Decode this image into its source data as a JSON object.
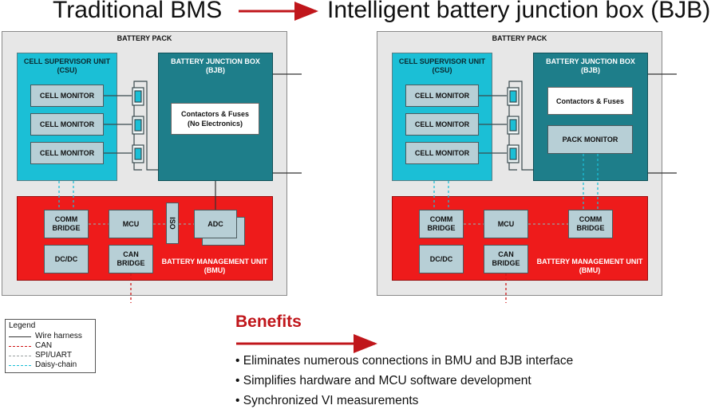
{
  "header": {
    "left_title": "Traditional BMS",
    "right_title": "Intelligent battery junction box (BJB)"
  },
  "left": {
    "pack_label": "BATTERY PACK",
    "csu_title_line1": "CELL SUPERVISOR UNIT",
    "csu_title_line2": "(CSU)",
    "cell_monitors": [
      "CELL MONITOR",
      "CELL MONITOR",
      "CELL MONITOR"
    ],
    "bjb_title_line1": "BATTERY JUNCTION BOX",
    "bjb_title_line2": "(BJB)",
    "contactors_line1": "Contactors & Fuses",
    "contactors_line2": "(No Electronics)",
    "comm_bridge_line1": "COMM",
    "comm_bridge_line2": "BRIDGE",
    "mcu": "MCU",
    "iso": "ISO",
    "adc": "ADC",
    "dcdc": "DC/DC",
    "can_bridge_line1": "CAN",
    "can_bridge_line2": "BRIDGE",
    "bmu_line1": "BATTERY MANAGEMENT UNIT",
    "bmu_line2": "(BMU)"
  },
  "right": {
    "pack_label": "BATTERY PACK",
    "csu_title_line1": "CELL SUPERVISOR UNIT",
    "csu_title_line2": "(CSU)",
    "cell_monitors": [
      "CELL MONITOR",
      "CELL MONITOR",
      "CELL MONITOR"
    ],
    "bjb_title_line1": "BATTERY JUNCTION BOX",
    "bjb_title_line2": "(BJB)",
    "contactors": "Contactors & Fuses",
    "pack_monitor": "PACK MONITOR",
    "comm_bridge_line1": "COMM",
    "comm_bridge_line2": "BRIDGE",
    "mcu": "MCU",
    "comm_bridge2_line1": "COMM",
    "comm_bridge2_line2": "BRIDGE",
    "dcdc": "DC/DC",
    "can_bridge_line1": "CAN",
    "can_bridge_line2": "BRIDGE",
    "bmu_line1": "BATTERY MANAGEMENT UNIT",
    "bmu_line2": "(BMU)"
  },
  "legend": {
    "title": "Legend",
    "items": [
      {
        "label": "Wire harness",
        "color": "#333333",
        "style": "solid"
      },
      {
        "label": "CAN",
        "color": "#d01818",
        "style": "dashed"
      },
      {
        "label": "SPI/UART",
        "color": "#9aa0a0",
        "style": "dashed"
      },
      {
        "label": "Daisy-chain",
        "color": "#1bbfd6",
        "style": "dashed"
      }
    ]
  },
  "benefits": {
    "title": "Benefits",
    "items": [
      "• Eliminates numerous connections in BMU and BJB interface",
      "• Simplifies hardware and MCU software development",
      "• Synchronized VI measurements"
    ]
  },
  "colors": {
    "arrow": "#c0161b",
    "csu": "#1bbfd6",
    "bjb": "#1e7e8a",
    "bmu": "#ee1b1b",
    "module": "#b7cfd6",
    "pack": "#e7e7e7"
  }
}
